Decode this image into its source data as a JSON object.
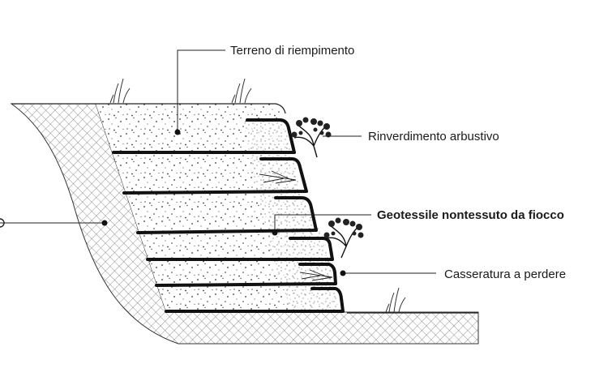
{
  "labels": {
    "fill_soil": "Terreno di riempimento",
    "shrub_revegetation": "Rinverdimento arbustivo",
    "geotextile": "Geotessile nontessuto da fiocco",
    "formwork": "Casseratura a perdere"
  },
  "colors": {
    "line": "#111111",
    "text": "#1a1a1a",
    "background": "#ffffff"
  },
  "icons": [
    "shrub-icon",
    "grass-tuft-icon"
  ]
}
